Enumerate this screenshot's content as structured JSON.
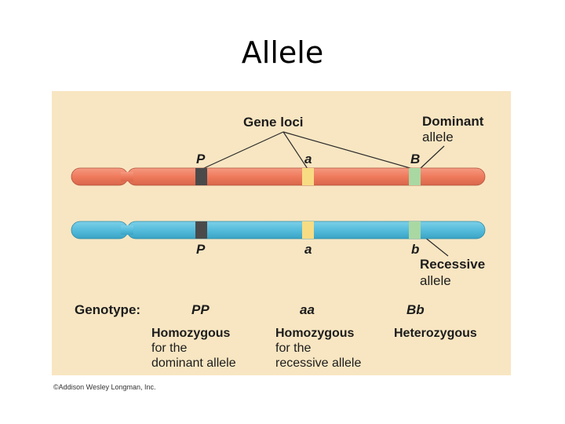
{
  "title": "Allele",
  "diagram": {
    "gene_loci_label": "Gene loci",
    "dominant_allele_label": [
      "Dominant",
      "allele"
    ],
    "recessive_allele_label": [
      "Recessive",
      "allele"
    ],
    "top_chromosome_alleles": [
      "P",
      "a",
      "B"
    ],
    "bottom_chromosome_alleles": [
      "P",
      "a",
      "b"
    ],
    "genotype_label": "Genotype:",
    "genotypes": [
      {
        "symbol": "PP",
        "description": [
          "Homozygous",
          "for the",
          "dominant allele"
        ]
      },
      {
        "symbol": "aa",
        "description": [
          "Homozygous",
          "for the",
          "recessive allele"
        ]
      },
      {
        "symbol": "Bb",
        "description": [
          "Heterozygous"
        ]
      }
    ],
    "colors": {
      "background": "#f8e6c2",
      "top_chromosome": "#f08165",
      "bottom_chromosome": "#5fc0dd",
      "locus_P": "#4a4a4a",
      "locus_a": "#f7dc84",
      "locus_B": "#a9d8a2"
    }
  },
  "credit": "©Addison Wesley Longman, Inc."
}
